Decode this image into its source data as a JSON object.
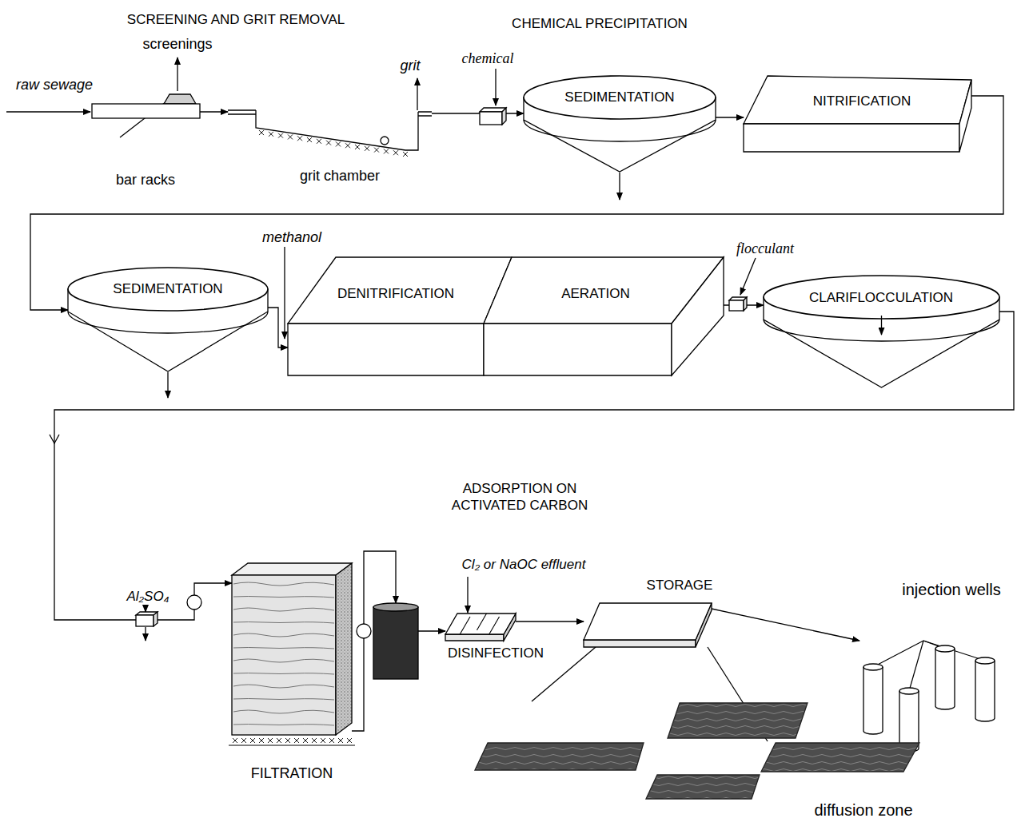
{
  "diagram": {
    "nodes": [
      {
        "text": [
          "bar racks"
        ]
      },
      {
        "text": [
          "grit chamber"
        ]
      },
      {
        "text": [
          "SEDIMENTATION"
        ]
      },
      {
        "text": [
          "NITRIFICATION"
        ]
      },
      {
        "text": [
          "SEDIMENTATION"
        ]
      },
      {
        "text": [
          "DENITRIFICATION"
        ]
      },
      {
        "text": [
          "AERATION"
        ]
      },
      {
        "text": [
          "CLARIFLOCCULATION"
        ]
      },
      {
        "text": [
          "FILTRATION"
        ]
      },
      {
        "text": [
          "ADSORPTION ON ACTIVATED CARBON"
        ]
      },
      {
        "text": [
          "DISINFECTION"
        ]
      },
      {
        "text": [
          "STORAGE"
        ]
      },
      {
        "text": [
          "injection wells"
        ]
      },
      {
        "text": [
          "diffusion zone"
        ]
      }
    ],
    "edges": [
      {
        "from": 0,
        "to": 1,
        "arrow": "to"
      },
      {
        "from": 1,
        "to": 2,
        "arrow": "to"
      },
      {
        "from": 2,
        "to": 3,
        "arrow": "to"
      },
      {
        "from": 3,
        "to": 4,
        "arrow": "to"
      },
      {
        "from": 4,
        "to": 5,
        "arrow": "to"
      },
      {
        "from": 6,
        "to": 7,
        "arrow": "to"
      },
      {
        "from": 7,
        "to": 8,
        "arrow": "to"
      },
      {
        "from": 8,
        "to": 9,
        "arrow": "to"
      },
      {
        "from": 9,
        "to": 10,
        "arrow": "to"
      },
      {
        "from": 10,
        "to": 11,
        "arrow": "to"
      },
      {
        "from": 11,
        "to": 12,
        "arrow": "to"
      },
      {
        "from": 11,
        "to": 13,
        "arrow": "none"
      }
    ],
    "labels": [
      "raw sewage",
      "SCREENING AND GRIT REMOVAL",
      "screenings",
      "grit",
      "chemical",
      "CHEMICAL PRECIPITATION",
      "methanol",
      "flocculant",
      "Al₂SO₄",
      "Cl₂ or NaOC effluent"
    ]
  }
}
